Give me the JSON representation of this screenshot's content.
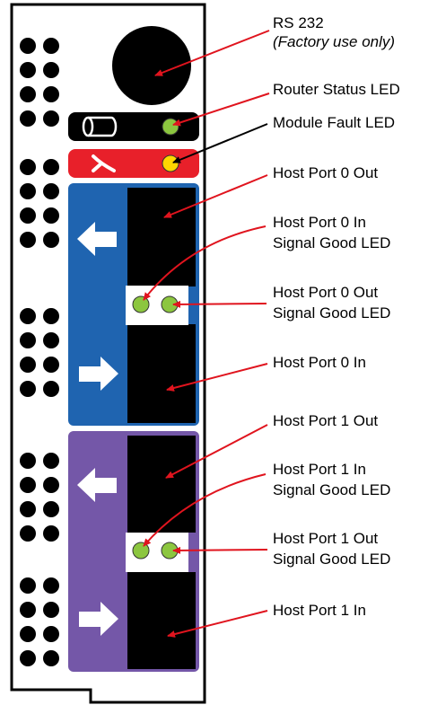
{
  "callouts": {
    "rs232": {
      "line1": "RS 232",
      "line2": "(Factory use only)"
    },
    "router_status_led": "Router Status LED",
    "module_fault_led": "Module Fault LED",
    "host_port_0_out": "Host Port 0 Out",
    "host_port_0_in_signal": {
      "line1": "Host Port 0 In",
      "line2": "Signal Good LED"
    },
    "host_port_0_out_signal": {
      "line1": "Host Port 0 Out",
      "line2": "Signal Good LED"
    },
    "host_port_0_in": "Host Port 0 In",
    "host_port_1_out": "Host Port 1 Out",
    "host_port_1_in_signal": {
      "line1": "Host Port 1 In",
      "line2": "Signal Good LED"
    },
    "host_port_1_out_signal": {
      "line1": "Host Port 1 Out",
      "line2": "Signal Good LED"
    },
    "host_port_1_in": "Host Port 1 In"
  },
  "colors": {
    "port0_panel": "#1f64b0",
    "port1_panel": "#7457a8",
    "fault_bar": "#e8202a",
    "led_green": "#8cc63f",
    "led_yellow": "#ffd700",
    "arrow_red": "#e0141e",
    "arrow_black": "#000000"
  },
  "icons": {
    "router_status": "cylinder-icon",
    "module_fault": "x-mark-icon",
    "port_out": "arrow-left-icon",
    "port_in": "arrow-right-icon"
  }
}
